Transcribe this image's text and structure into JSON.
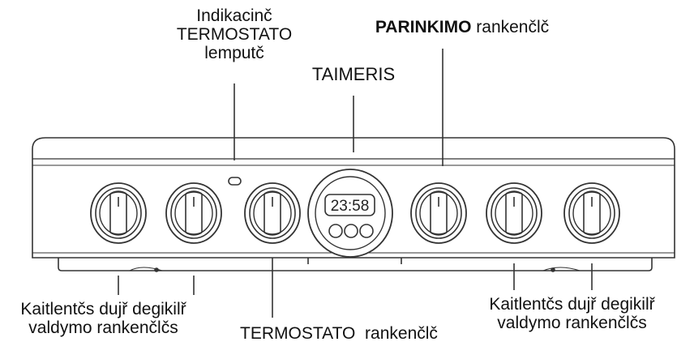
{
  "labels": {
    "thermostat_lamp": {
      "line1": "Indikacinč",
      "line2": "TERMOSTATO",
      "line3": "lemputč"
    },
    "timer": "TAIMERIS",
    "program_knob_bold": "PARINKIMO",
    "program_knob_rest": "rankenčlč",
    "left_heaters": {
      "line1": "Kaitlentčs dujř degikilř",
      "line2": "valdymo rankenčlčs"
    },
    "thermostat_knob": "TERMOSTATO  rankenčlč",
    "right_heaters": {
      "line1": "Kaitlentčs dujř degikilř",
      "line2": "valdymo rankenčlčs"
    }
  },
  "timer_display": "23:58",
  "colors": {
    "stroke": "#333333",
    "background": "#ffffff"
  }
}
